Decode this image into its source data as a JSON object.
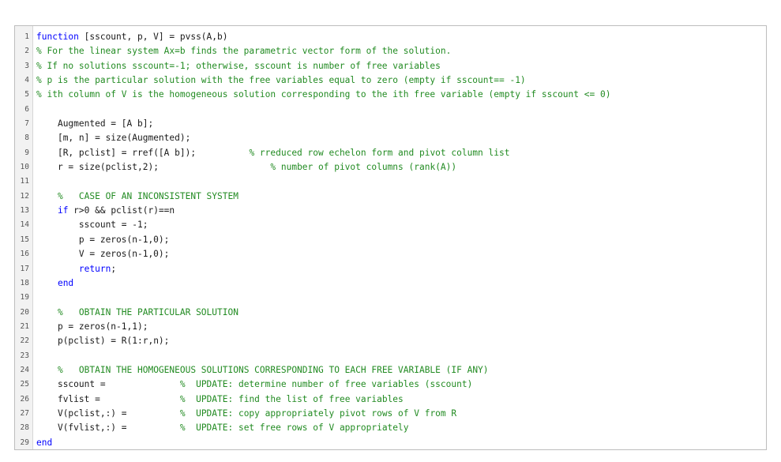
{
  "lines": [
    {
      "n": "1",
      "indent": "",
      "kw": "function",
      "text": " [sscount, p, V] = pvss(A,b)",
      "gap": "",
      "comment": ""
    },
    {
      "n": "2",
      "indent": "",
      "kw": "",
      "text": "",
      "gap": "",
      "comment": "% For the linear system Ax=b finds the parametric vector form of the solution."
    },
    {
      "n": "3",
      "indent": "",
      "kw": "",
      "text": "",
      "gap": "",
      "comment": "% If no solutions sscount=-1; otherwise, sscount is number of free variables"
    },
    {
      "n": "4",
      "indent": "",
      "kw": "",
      "text": "",
      "gap": "",
      "comment": "% p is the particular solution with the free variables equal to zero (empty if sscount== -1)"
    },
    {
      "n": "5",
      "indent": "",
      "kw": "",
      "text": "",
      "gap": "",
      "comment": "% ith column of V is the homogeneous solution corresponding to the ith free variable (empty if sscount <= 0)"
    },
    {
      "n": "6",
      "indent": "",
      "kw": "",
      "text": "",
      "gap": "",
      "comment": ""
    },
    {
      "n": "7",
      "indent": "    ",
      "kw": "",
      "text": "Augmented = [A b];",
      "gap": "",
      "comment": ""
    },
    {
      "n": "8",
      "indent": "    ",
      "kw": "",
      "text": "[m, n] = size(Augmented);",
      "gap": "",
      "comment": ""
    },
    {
      "n": "9",
      "indent": "    ",
      "kw": "",
      "text": "[R, pclist] = rref([A b]);",
      "gap": "          ",
      "comment": "% rreduced row echelon form and pivot column list"
    },
    {
      "n": "10",
      "indent": "    ",
      "kw": "",
      "text": "r = size(pclist,2);",
      "gap": "                     ",
      "comment": "% number of pivot columns (rank(A))"
    },
    {
      "n": "11",
      "indent": "",
      "kw": "",
      "text": "",
      "gap": "",
      "comment": ""
    },
    {
      "n": "12",
      "indent": "    ",
      "kw": "",
      "text": "",
      "gap": "",
      "comment": "%   CASE OF AN INCONSISTENT SYSTEM"
    },
    {
      "n": "13",
      "indent": "    ",
      "kw": "if",
      "text": " r>0 && pclist(r)==n",
      "gap": "",
      "comment": ""
    },
    {
      "n": "14",
      "indent": "        ",
      "kw": "",
      "text": "sscount = -1;",
      "gap": "",
      "comment": ""
    },
    {
      "n": "15",
      "indent": "        ",
      "kw": "",
      "text": "p = zeros(n-1,0);",
      "gap": "",
      "comment": ""
    },
    {
      "n": "16",
      "indent": "        ",
      "kw": "",
      "text": "V = zeros(n-1,0);",
      "gap": "",
      "comment": ""
    },
    {
      "n": "17",
      "indent": "        ",
      "kw": "return",
      "text": ";",
      "gap": "",
      "comment": ""
    },
    {
      "n": "18",
      "indent": "    ",
      "kw": "end",
      "text": "",
      "gap": "",
      "comment": ""
    },
    {
      "n": "19",
      "indent": "",
      "kw": "",
      "text": "",
      "gap": "",
      "comment": ""
    },
    {
      "n": "20",
      "indent": "    ",
      "kw": "",
      "text": "",
      "gap": "",
      "comment": "%   OBTAIN THE PARTICULAR SOLUTION"
    },
    {
      "n": "21",
      "indent": "    ",
      "kw": "",
      "text": "p = zeros(n-1,1);",
      "gap": "",
      "comment": ""
    },
    {
      "n": "22",
      "indent": "    ",
      "kw": "",
      "text": "p(pclist) = R(1:r,n);",
      "gap": "",
      "comment": ""
    },
    {
      "n": "23",
      "indent": "",
      "kw": "",
      "text": "",
      "gap": "",
      "comment": ""
    },
    {
      "n": "24",
      "indent": "    ",
      "kw": "",
      "text": "",
      "gap": "",
      "comment": "%   OBTAIN THE HOMOGENEOUS SOLUTIONS CORRESPONDING TO EACH FREE VARIABLE (IF ANY)"
    },
    {
      "n": "25",
      "indent": "    ",
      "kw": "",
      "text": "sscount =",
      "gap": "              ",
      "comment": "%  UPDATE: determine number of free variables (sscount)"
    },
    {
      "n": "26",
      "indent": "    ",
      "kw": "",
      "text": "fvlist =",
      "gap": "               ",
      "comment": "%  UPDATE: find the list of free variables"
    },
    {
      "n": "27",
      "indent": "    ",
      "kw": "",
      "text": "V(pclist,:) =",
      "gap": "          ",
      "comment": "%  UPDATE: copy appropriately pivot rows of V from R"
    },
    {
      "n": "28",
      "indent": "    ",
      "kw": "",
      "text": "V(fvlist,:) =",
      "gap": "          ",
      "comment": "%  UPDATE: set free rows of V appropriately"
    },
    {
      "n": "29",
      "indent": "",
      "kw": "end",
      "text": "",
      "gap": "",
      "comment": ""
    }
  ]
}
